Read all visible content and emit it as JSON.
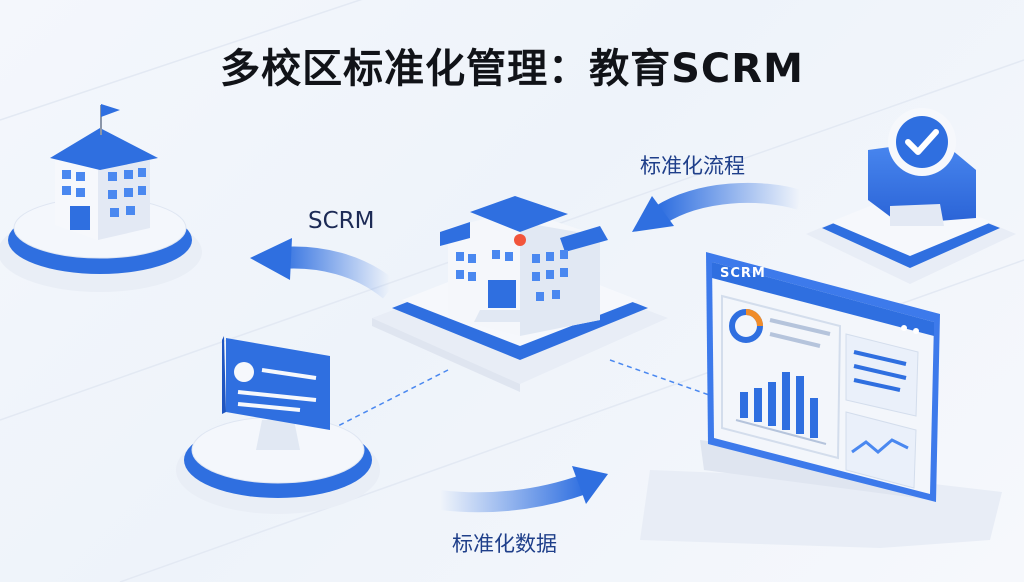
{
  "title": "多校区标准化管理：教育SCRM",
  "labels": {
    "scrm_arrow": "SCRM",
    "flow_arrow": "标准化流程",
    "data_arrow": "标准化数据",
    "dashboard_tag": "SCRM"
  },
  "colors": {
    "primary_blue": "#2f6fe0",
    "light_blue": "#5b93f0",
    "platform_white": "#f7f9fd",
    "title_text": "#111318",
    "label_text": "#1f3f8a"
  }
}
